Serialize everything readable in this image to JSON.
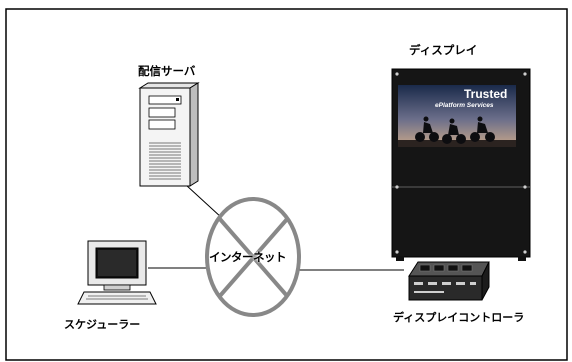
{
  "labels": {
    "server": "配信サーバ",
    "display": "ディスプレイ",
    "internet": "インターネット",
    "scheduler": "スケジューラー",
    "controller": "ディスプレイコントローラ"
  },
  "screen": {
    "brand": "Trusted",
    "tagline": "ePlatform Services"
  }
}
